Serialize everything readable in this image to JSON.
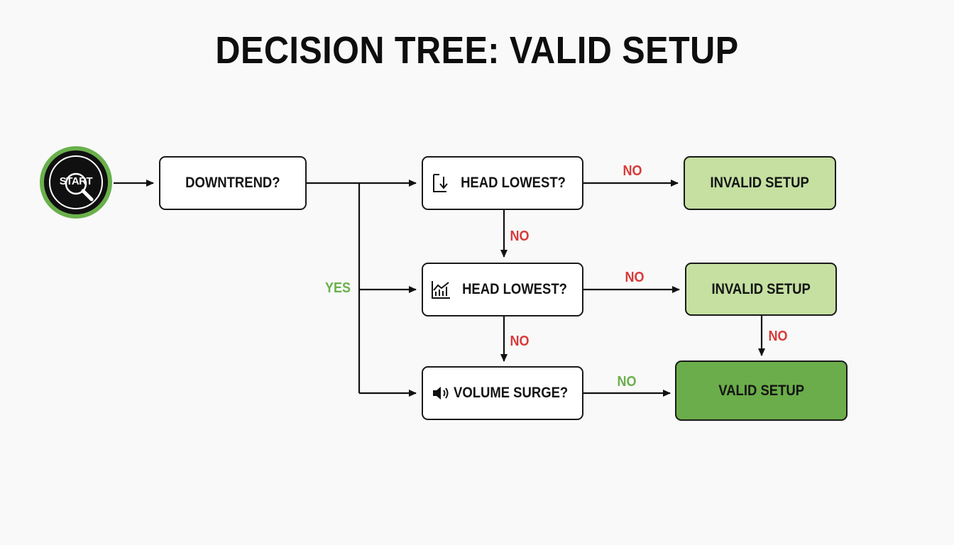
{
  "title": "DECISION TREE: VALID SETUP",
  "start": {
    "label": "START",
    "icon": "magnifier-icon"
  },
  "nodes": {
    "downtrend": {
      "label": "DOWNTREND?"
    },
    "head_lowest_1": {
      "label": "HEAD LOWEST?",
      "icon": "arrow-down-box-icon"
    },
    "head_lowest_2": {
      "label": "HEAD LOWEST?",
      "icon": "chart-icon"
    },
    "volume_surge": {
      "label": "VOLUME SURGE?",
      "icon": "speaker-icon"
    },
    "invalid_1": {
      "label": "INVALID SETUP"
    },
    "invalid_2": {
      "label": "INVALID SETUP"
    },
    "valid": {
      "label": "VALID SETUP"
    }
  },
  "edge_labels": {
    "yes": "YES",
    "no_1": "NO",
    "no_2": "NO",
    "no_3": "NO",
    "no_4": "NO",
    "no_5": "NO",
    "no_6": "NO"
  },
  "colors": {
    "no_label": "#d83a3a",
    "yes_label": "#6ab04c",
    "invalid_fill": "#c5e0a1",
    "valid_fill": "#6aad4a",
    "start_ring": "#6ab04c"
  }
}
